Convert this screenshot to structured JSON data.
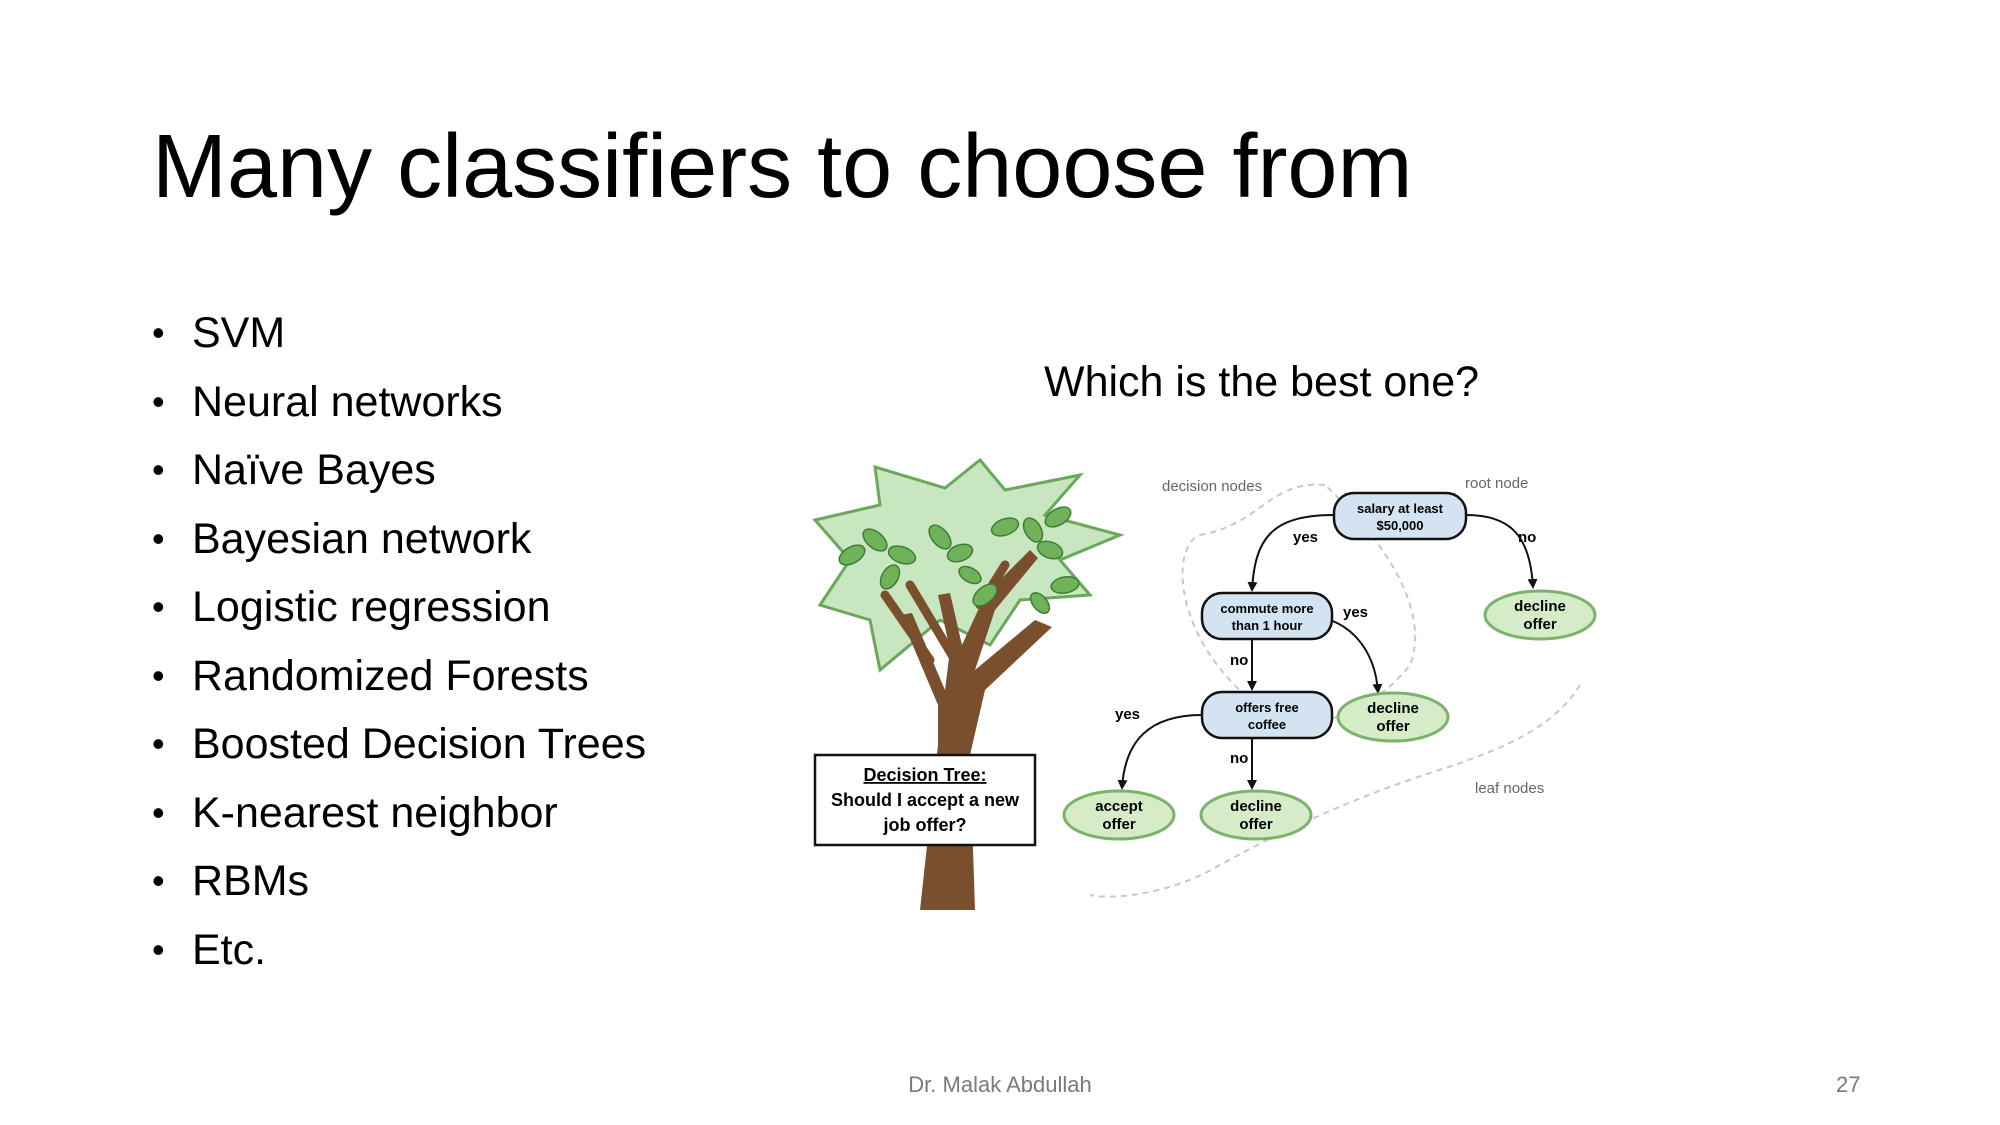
{
  "slide": {
    "title": "Many classifiers to choose from",
    "bullets": [
      "SVM",
      "Neural networks",
      "Naïve Bayes",
      "Bayesian network",
      "Logistic regression",
      "Randomized Forests",
      "Boosted Decision Trees",
      "K-nearest neighbor",
      "RBMs",
      "Etc."
    ],
    "bullet_symbol": "•",
    "question": "Which is the best one?",
    "footer": "Dr. Malak Abdullah",
    "page_number": "27"
  },
  "figure": {
    "sign": {
      "line1": "Decision Tree:",
      "line2": "Should I accept a new",
      "line3": "job offer?"
    },
    "labels": {
      "decision_nodes": "decision nodes",
      "root_node": "root node",
      "leaf_nodes": "leaf nodes"
    },
    "nodes": {
      "root": [
        "salary at least",
        "$50,000"
      ],
      "commute": [
        "commute more",
        "than 1 hour"
      ],
      "coffee": [
        "offers free",
        "coffee"
      ],
      "leaf_decline_1": [
        "decline",
        "offer"
      ],
      "leaf_decline_2": [
        "decline",
        "offer"
      ],
      "leaf_accept": [
        "accept",
        "offer"
      ],
      "leaf_decline_3": [
        "decline",
        "offer"
      ]
    },
    "edges": {
      "root_yes": "yes",
      "root_no": "no",
      "commute_yes": "yes",
      "commute_no": "no",
      "coffee_yes": "yes",
      "coffee_no": "no"
    },
    "colors": {
      "decision_fill": "#d4e3f2",
      "leaf_fill": "#d6ecc9",
      "leaf_stroke": "#7cb36a",
      "canopy_fill": "#c8e6c0",
      "canopy_stroke": "#6aa85c",
      "trunk": "#7a4f2e",
      "leaf": "#6fb25a"
    }
  }
}
